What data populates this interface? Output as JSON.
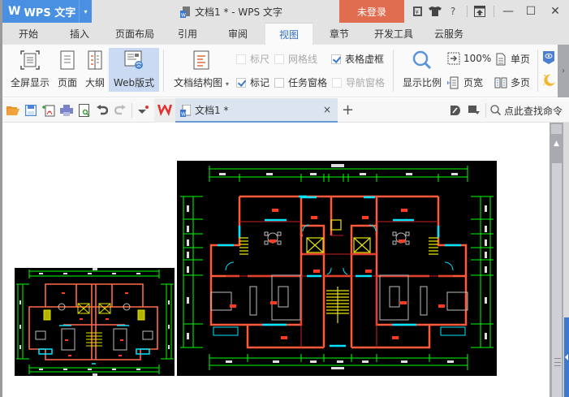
{
  "titlebar": {
    "app_logo": "W",
    "app_name": "WPS 文字",
    "app_caret": "▾",
    "document_title": "文档1 * - WPS 文字",
    "login_button": "未登录",
    "icons": [
      "skin-store-icon",
      "tshirt-icon",
      "help-icon",
      "upload-icon"
    ],
    "help_label": "?",
    "minimize": "—",
    "maximize": "☐",
    "close": "✕"
  },
  "ribbon_tabs": [
    {
      "label": "开始",
      "active": false
    },
    {
      "label": "插入",
      "active": false
    },
    {
      "label": "页面布局",
      "active": false
    },
    {
      "label": "引用",
      "active": false
    },
    {
      "label": "审阅",
      "active": false
    },
    {
      "label": "视图",
      "active": true
    },
    {
      "label": "章节",
      "active": false
    },
    {
      "label": "开发工具",
      "active": false
    },
    {
      "label": "云服务",
      "active": false
    }
  ],
  "ribbon": {
    "fullscreen": "全屏显示",
    "page": "页面",
    "outline": "大纲",
    "web_layout": "Web版式",
    "doc_map": "文档结构图",
    "doc_map_caret": "▾",
    "checkboxes": {
      "ruler": {
        "label": "标尺",
        "checked": false,
        "disabled": true
      },
      "gridlines": {
        "label": "网格线",
        "checked": false,
        "disabled": true
      },
      "table_gridlines": {
        "label": "表格虚框",
        "checked": true,
        "disabled": false
      },
      "markup": {
        "label": "标记",
        "checked": true,
        "disabled": false
      },
      "task_pane": {
        "label": "任务窗格",
        "checked": false,
        "disabled": false
      },
      "nav_pane": {
        "label": "导航窗格",
        "checked": false,
        "disabled": true
      }
    },
    "zoom_ratio": "显示比例",
    "zoom_100": "100%",
    "page_width": "页宽",
    "single_page": "单页",
    "multi_page": "多页",
    "collapse_arrow": "›"
  },
  "quickbar": {
    "icons": [
      "open-icon",
      "save-icon",
      "export-pdf-icon",
      "print-icon",
      "print-preview-icon",
      "undo-icon",
      "redo-icon",
      "customize-icon"
    ],
    "wps_tab": "W",
    "doc_tab": "文档1 *",
    "close_tab": "×",
    "new_tab": "+",
    "search_placeholder": "点此查找命令"
  },
  "colors": {
    "accent_blue": "#4a90e2",
    "login_orange": "#e06d50",
    "active_tab_text": "#2f6fc5",
    "cad_background": "#000000",
    "cad_green": "#00ff00",
    "cad_red": "#ff3030",
    "cad_cyan": "#00e5ff",
    "cad_yellow": "#e5e500"
  },
  "document": {
    "images": [
      {
        "name": "floor-plan-large",
        "description": "CAD floor plan (black background)"
      },
      {
        "name": "floor-plan-small",
        "description": "CAD floor plan thumbnail (black background)"
      }
    ]
  }
}
